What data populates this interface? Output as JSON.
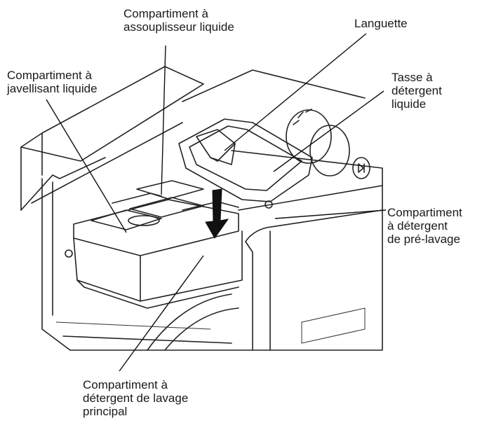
{
  "labels": {
    "assouplisseur": {
      "line1": "Compartiment à",
      "line2": "assouplisseur liquide"
    },
    "languette": {
      "line1": "Languette"
    },
    "javellisant": {
      "line1": "Compartiment à",
      "line2": "javellisant liquide"
    },
    "tasse": {
      "line1": "Tasse à",
      "line2": "détergent",
      "line3": "liquide"
    },
    "prelavage": {
      "line1": "Compartiment",
      "line2": "à détergent",
      "line3": "de pré-lavage"
    },
    "principal": {
      "line1": "Compartiment à",
      "line2": "détergent de lavage",
      "line3": "principal"
    }
  },
  "colors": {
    "line": "#222222",
    "text": "#1a1a1a",
    "background": "#ffffff"
  }
}
